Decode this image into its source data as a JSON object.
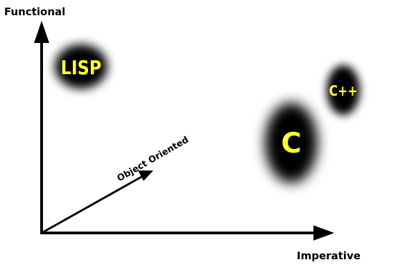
{
  "axes": {
    "functional": "Functional",
    "imperative": "Imperative",
    "object_oriented": "Object Oriented"
  },
  "languages": {
    "lisp": "LISP",
    "c": "C",
    "cpp": "C++"
  },
  "colors": {
    "blob": "#000000",
    "label": "#ffff33",
    "axis": "#000000",
    "background": "#ffffff"
  }
}
